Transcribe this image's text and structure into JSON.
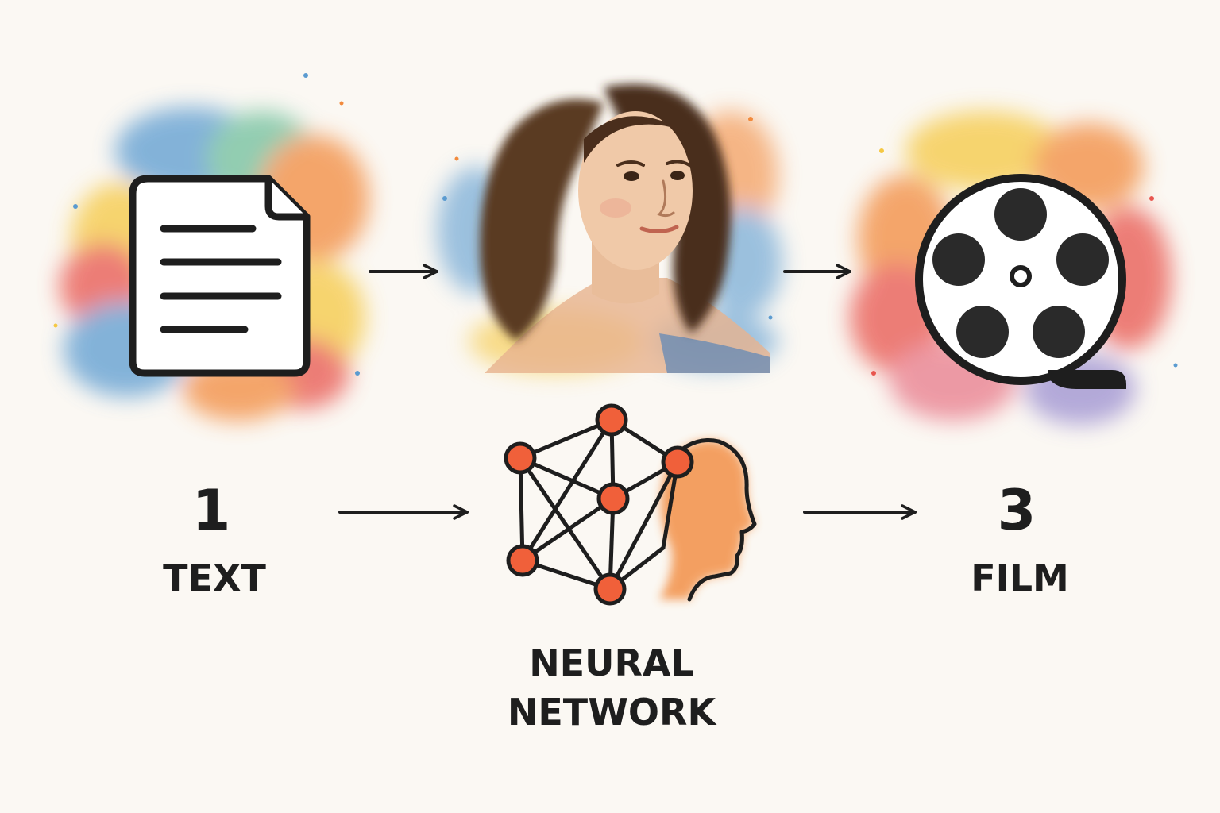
{
  "diagram": {
    "steps": [
      {
        "number": "1",
        "label": "TEXT",
        "icon": "document-icon"
      },
      {
        "number": "",
        "label": "",
        "icon": "portrait-image"
      },
      {
        "number": "3",
        "label": "FILM",
        "icon": "film-reel-icon"
      }
    ],
    "middle_label_line1": "NEURAL",
    "middle_label_line2": "NETWORK",
    "middle_icon": "neural-network-head-icon"
  },
  "colors": {
    "background": "#fbf8f3",
    "ink": "#1e1e1e",
    "node_orange": "#f0603a",
    "splash_blue": "#5b9bd0",
    "splash_orange": "#f28a3c",
    "splash_yellow": "#f5c842",
    "splash_red": "#e8554e",
    "skin": "#f0c9a8",
    "hair": "#5a3a24"
  }
}
